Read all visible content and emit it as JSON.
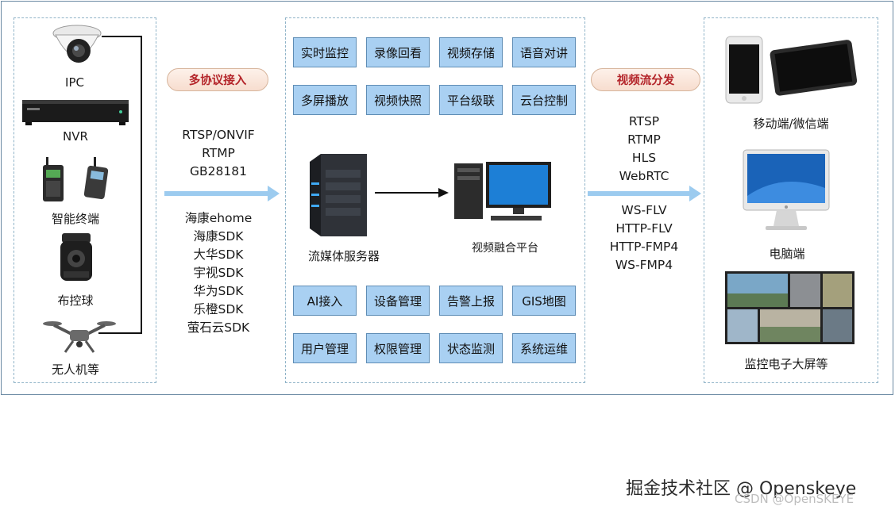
{
  "inputs": {
    "devices": [
      {
        "label": "IPC",
        "icon": "dome-camera-icon"
      },
      {
        "label": "NVR",
        "icon": "nvr-recorder-icon"
      },
      {
        "label": "智能终端",
        "icon": "walkie-talkie-icon"
      },
      {
        "label": "布控球",
        "icon": "ptz-ball-camera-icon"
      },
      {
        "label": "无人机等",
        "icon": "drone-icon"
      }
    ]
  },
  "ingest": {
    "title": "多协议接入",
    "protocols": [
      "RTSP/ONVIF",
      "RTMP",
      "GB28181"
    ],
    "sdks": [
      "海康ehome",
      "海康SDK",
      "大华SDK",
      "宇视SDK",
      "华为SDK",
      "乐橙SDK",
      "萤石云SDK"
    ]
  },
  "platform": {
    "features_top": [
      "实时监控",
      "录像回看",
      "视频存储",
      "语音对讲",
      "多屏播放",
      "视频快照",
      "平台级联",
      "云台控制"
    ],
    "server_label": "流媒体服务器",
    "platform_label": "视频融合平台",
    "features_bottom": [
      "AI接入",
      "设备管理",
      "告警上报",
      "GIS地图",
      "用户管理",
      "权限管理",
      "状态监测",
      "系统运维"
    ]
  },
  "distribution": {
    "title": "视频流分发",
    "protocols_a": [
      "RTSP",
      "RTMP",
      "HLS",
      "WebRTC"
    ],
    "protocols_b": [
      "WS-FLV",
      "HTTP-FLV",
      "HTTP-FMP4",
      "WS-FMP4"
    ]
  },
  "outputs": {
    "clients": [
      {
        "label": "移动端/微信端",
        "icon": "phone-tablet-icon"
      },
      {
        "label": "电脑端",
        "icon": "desktop-monitor-icon"
      },
      {
        "label": "监控电子大屏等",
        "icon": "video-wall-icon"
      }
    ]
  },
  "watermark": {
    "main": "掘金技术社区 @ Openskeye",
    "sub": "CSDN @OpenSKEYE"
  },
  "colors": {
    "feature_fill": "#a9d0f2",
    "feature_border": "#5f8db5",
    "arrow": "#9ccbef",
    "pill_text": "#b4252a",
    "panel_border": "#8fb3c8"
  }
}
